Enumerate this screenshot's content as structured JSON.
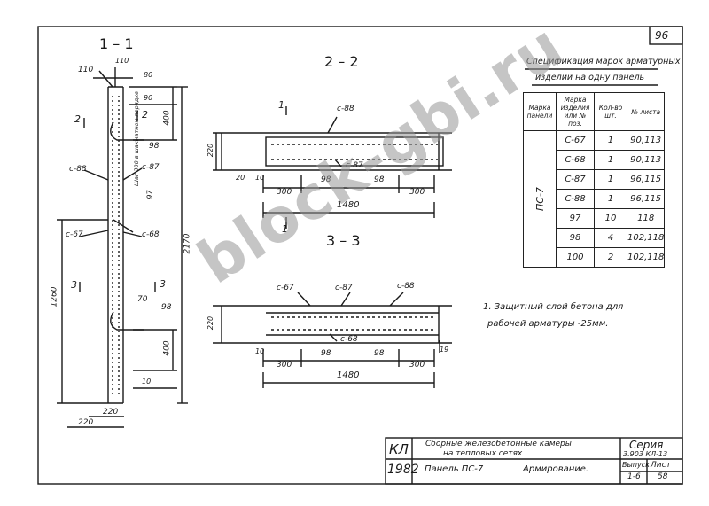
{
  "sheet_number": "96",
  "sections": {
    "s11": "1 – 1",
    "s22": "2 – 2",
    "s33": "3 – 3"
  },
  "spec": {
    "title_line1": "Спецификация марок арматурных",
    "title_line2": "изделий на одну панель",
    "col_panel": "Марка панели",
    "col_mark": "Марка изделия или № поз.",
    "col_qty": "Кол-во шт.",
    "col_sheet": "№ листа",
    "panel": "ПС-7",
    "rows": [
      {
        "mark": "С-67",
        "qty": "1",
        "sheet": "90,113"
      },
      {
        "mark": "С-68",
        "qty": "1",
        "sheet": "90,113"
      },
      {
        "mark": "С-87",
        "qty": "1",
        "sheet": "96,115"
      },
      {
        "mark": "С-88",
        "qty": "1",
        "sheet": "96,115"
      },
      {
        "mark": "97",
        "qty": "10",
        "sheet": "118"
      },
      {
        "mark": "98",
        "qty": "4",
        "sheet": "102,118"
      },
      {
        "mark": "100",
        "qty": "2",
        "sheet": "102,118"
      }
    ]
  },
  "note": {
    "line1": "1. Защитный слой бетона для",
    "line2": "рабочей арматуры -25мм."
  },
  "labels": {
    "c88": "с-88",
    "c87": "с-87",
    "c67": "с-67",
    "c68": "с-68",
    "n97": "97",
    "n98": "98",
    "n70": "70",
    "shag": "Шаг 300 в шахматном порядке",
    "arrow2": "2",
    "arrow3": "3",
    "arrow1": "1"
  },
  "dims": {
    "d110": "110",
    "d10": "10",
    "d80": "80",
    "d90": "90",
    "d400": "400",
    "d2170": "2170",
    "d1260": "1260",
    "d220": "220",
    "d20": "20",
    "d300": "300",
    "d1480": "1480",
    "d19": "19"
  },
  "title_block": {
    "org": "КЛ",
    "year": "1982",
    "title_line1": "Сборные железобетонные камеры",
    "title_line2": "на тепловых сетях",
    "series_label": "Серия",
    "series_value": "3.903 КЛ-13",
    "item_line1": "Панель ПС-7",
    "item_line2": "Армирование.",
    "issue_label": "Выпуск",
    "issue_value": "1-6",
    "sheet_label": "Лист",
    "sheet_value": "58"
  },
  "watermark": "block-gbi.ru"
}
